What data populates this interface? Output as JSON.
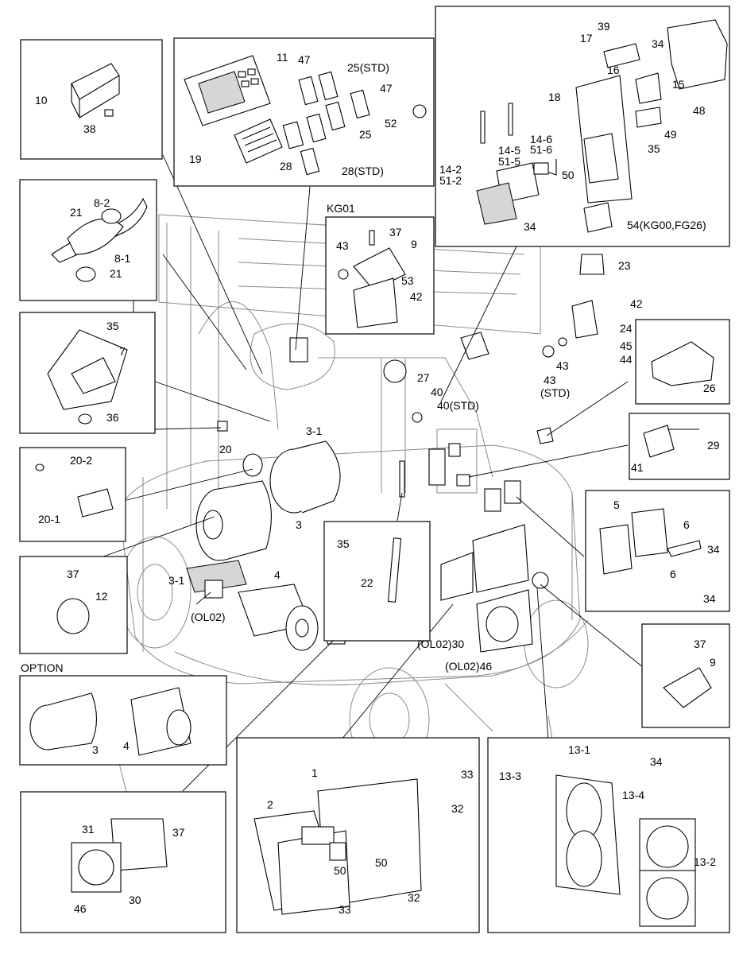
{
  "option_heading": "OPTION",
  "callouts": [
    {
      "id": "c10",
      "text": "10"
    },
    {
      "id": "c38",
      "text": "38"
    },
    {
      "id": "c11",
      "text": "11"
    },
    {
      "id": "c47a",
      "text": "47"
    },
    {
      "id": "c25std",
      "text": "25(STD)"
    },
    {
      "id": "c47b",
      "text": "47"
    },
    {
      "id": "c52",
      "text": "52"
    },
    {
      "id": "c25",
      "text": "25"
    },
    {
      "id": "c19",
      "text": "19"
    },
    {
      "id": "c28",
      "text": "28"
    },
    {
      "id": "c28std",
      "text": "28(STD)"
    },
    {
      "id": "c39",
      "text": "39"
    },
    {
      "id": "c17",
      "text": "17"
    },
    {
      "id": "c34a",
      "text": "34"
    },
    {
      "id": "c16",
      "text": "16"
    },
    {
      "id": "c15",
      "text": "15"
    },
    {
      "id": "c48",
      "text": "48"
    },
    {
      "id": "c18",
      "text": "18"
    },
    {
      "id": "c49",
      "text": "49"
    },
    {
      "id": "c14_6",
      "text": "14-6"
    },
    {
      "id": "c51_6",
      "text": "51-6"
    },
    {
      "id": "c14_5",
      "text": "14-5"
    },
    {
      "id": "c51_5",
      "text": "51-5"
    },
    {
      "id": "c35a",
      "text": "35"
    },
    {
      "id": "c14_2",
      "text": "14-2"
    },
    {
      "id": "c51_2",
      "text": "51-2"
    },
    {
      "id": "c50a",
      "text": "50"
    },
    {
      "id": "c34b",
      "text": "34"
    },
    {
      "id": "c54",
      "text": "54(KG00,FG26)"
    },
    {
      "id": "c8_2",
      "text": "8-2"
    },
    {
      "id": "c21a",
      "text": "21"
    },
    {
      "id": "c8_1",
      "text": "8-1"
    },
    {
      "id": "c21b",
      "text": "21"
    },
    {
      "id": "kg01",
      "text": "KG01"
    },
    {
      "id": "c37a",
      "text": "37"
    },
    {
      "id": "c43a",
      "text": "43"
    },
    {
      "id": "c9a",
      "text": "9"
    },
    {
      "id": "c53",
      "text": "53"
    },
    {
      "id": "c42a",
      "text": "42"
    },
    {
      "id": "c23",
      "text": "23"
    },
    {
      "id": "c42b",
      "text": "42"
    },
    {
      "id": "c24",
      "text": "24"
    },
    {
      "id": "c45",
      "text": "45"
    },
    {
      "id": "c43b",
      "text": "43"
    },
    {
      "id": "c44",
      "text": "44"
    },
    {
      "id": "c43c",
      "text": "43"
    },
    {
      "id": "cstd",
      "text": "(STD)"
    },
    {
      "id": "c35b",
      "text": "35"
    },
    {
      "id": "c7",
      "text": "7"
    },
    {
      "id": "c36",
      "text": "36"
    },
    {
      "id": "c27",
      "text": "27"
    },
    {
      "id": "c40a",
      "text": "40"
    },
    {
      "id": "c40std",
      "text": "40(STD)"
    },
    {
      "id": "c26",
      "text": "26"
    },
    {
      "id": "c20",
      "text": "20"
    },
    {
      "id": "c3_1a",
      "text": "3-1"
    },
    {
      "id": "c20_2",
      "text": "20-2"
    },
    {
      "id": "c20_1",
      "text": "20-1"
    },
    {
      "id": "c29",
      "text": "29"
    },
    {
      "id": "c41",
      "text": "41"
    },
    {
      "id": "c5",
      "text": "5"
    },
    {
      "id": "c6a",
      "text": "6"
    },
    {
      "id": "c34c",
      "text": "34"
    },
    {
      "id": "c6b",
      "text": "6"
    },
    {
      "id": "c34d",
      "text": "34"
    },
    {
      "id": "c3a",
      "text": "3"
    },
    {
      "id": "c35c",
      "text": "35"
    },
    {
      "id": "c22",
      "text": "22"
    },
    {
      "id": "c3_1b",
      "text": "3-1"
    },
    {
      "id": "c4a",
      "text": "4"
    },
    {
      "id": "col02a",
      "text": "(OL02)"
    },
    {
      "id": "c37b",
      "text": "37"
    },
    {
      "id": "c12",
      "text": "12"
    },
    {
      "id": "col02_30",
      "text": "(OL02)30"
    },
    {
      "id": "col02_46",
      "text": "(OL02)46"
    },
    {
      "id": "c37c",
      "text": "37"
    },
    {
      "id": "c9b",
      "text": "9"
    },
    {
      "id": "c3b",
      "text": "3"
    },
    {
      "id": "c4b",
      "text": "4"
    },
    {
      "id": "c1",
      "text": "1"
    },
    {
      "id": "c33a",
      "text": "33"
    },
    {
      "id": "c2",
      "text": "2"
    },
    {
      "id": "c32a",
      "text": "32"
    },
    {
      "id": "c50b",
      "text": "50"
    },
    {
      "id": "c50c",
      "text": "50"
    },
    {
      "id": "c33b",
      "text": "33"
    },
    {
      "id": "c32b",
      "text": "32"
    },
    {
      "id": "c31",
      "text": "31"
    },
    {
      "id": "c37d",
      "text": "37"
    },
    {
      "id": "c30",
      "text": "30"
    },
    {
      "id": "c46",
      "text": "46"
    },
    {
      "id": "c13_1",
      "text": "13-1"
    },
    {
      "id": "c34e",
      "text": "34"
    },
    {
      "id": "c13_3",
      "text": "13-3"
    },
    {
      "id": "c13_4",
      "text": "13-4"
    },
    {
      "id": "c13_2",
      "text": "13-2"
    }
  ]
}
